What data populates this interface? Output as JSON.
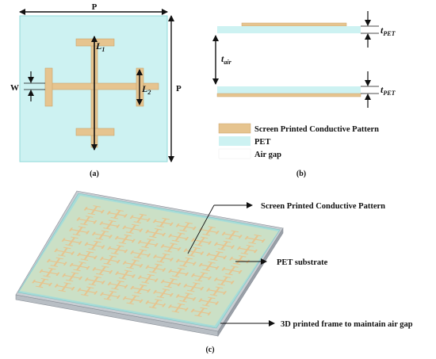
{
  "panel_a": {
    "caption": "(a)",
    "dim_period_top": "P",
    "dim_period_right": "P",
    "dim_width": "W",
    "dim_l1": "L",
    "dim_l1_sub": "1",
    "dim_l2": "L",
    "dim_l2_sub": "2"
  },
  "panel_b": {
    "caption": "(b)",
    "t_pet_top": "t",
    "t_pet_top_sub": "PET",
    "t_air": "t",
    "t_air_sub": "air",
    "t_pet_bottom": "t",
    "t_pet_bottom_sub": "PET",
    "legend": [
      {
        "label": "Screen Printed Conductive Pattern",
        "color": "#e6c48f"
      },
      {
        "label": "PET",
        "color": "#cdf2f2"
      },
      {
        "label": "Air gap",
        "color": "#ffffff"
      }
    ]
  },
  "panel_c": {
    "caption": "(c)",
    "callout_pattern": "Screen Printed Conductive Pattern",
    "callout_substrate": "PET substrate",
    "callout_frame": "3D printed frame to maintain air gap"
  },
  "colors": {
    "conductive": "#e6c48f",
    "conductive_edge": "#c9a46a",
    "pet": "#cdf2f2",
    "pet_edge": "#8fd8d8",
    "substrate_top": "#cbe0c6",
    "frame": "#a8b0b8"
  }
}
